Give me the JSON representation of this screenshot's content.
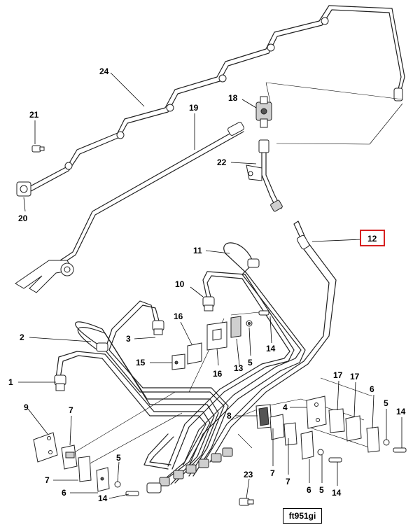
{
  "diagram": {
    "figure_code": "ft951gi",
    "highlighted_callout": "12",
    "callouts": {
      "c1": "1",
      "c2": "2",
      "c3": "3",
      "c4": "4",
      "c5a": "5",
      "c5b": "5",
      "c5c": "5",
      "c5d": "5",
      "c6a": "6",
      "c6b": "6",
      "c6c": "6",
      "c7a": "7",
      "c7b": "7",
      "c7c": "7",
      "c7d": "7",
      "c8": "8",
      "c9": "9",
      "c10": "10",
      "c11": "11",
      "c12": "12",
      "c13": "13",
      "c14a": "14",
      "c14b": "14",
      "c14c": "14",
      "c14d": "14",
      "c15": "15",
      "c16a": "16",
      "c16b": "16",
      "c17a": "17",
      "c17b": "17",
      "c18": "18",
      "c19": "19",
      "c20": "20",
      "c21": "21",
      "c22": "22",
      "c23": "23",
      "c24": "24"
    },
    "colors": {
      "highlight": "#d62020",
      "line": "#222222"
    }
  }
}
